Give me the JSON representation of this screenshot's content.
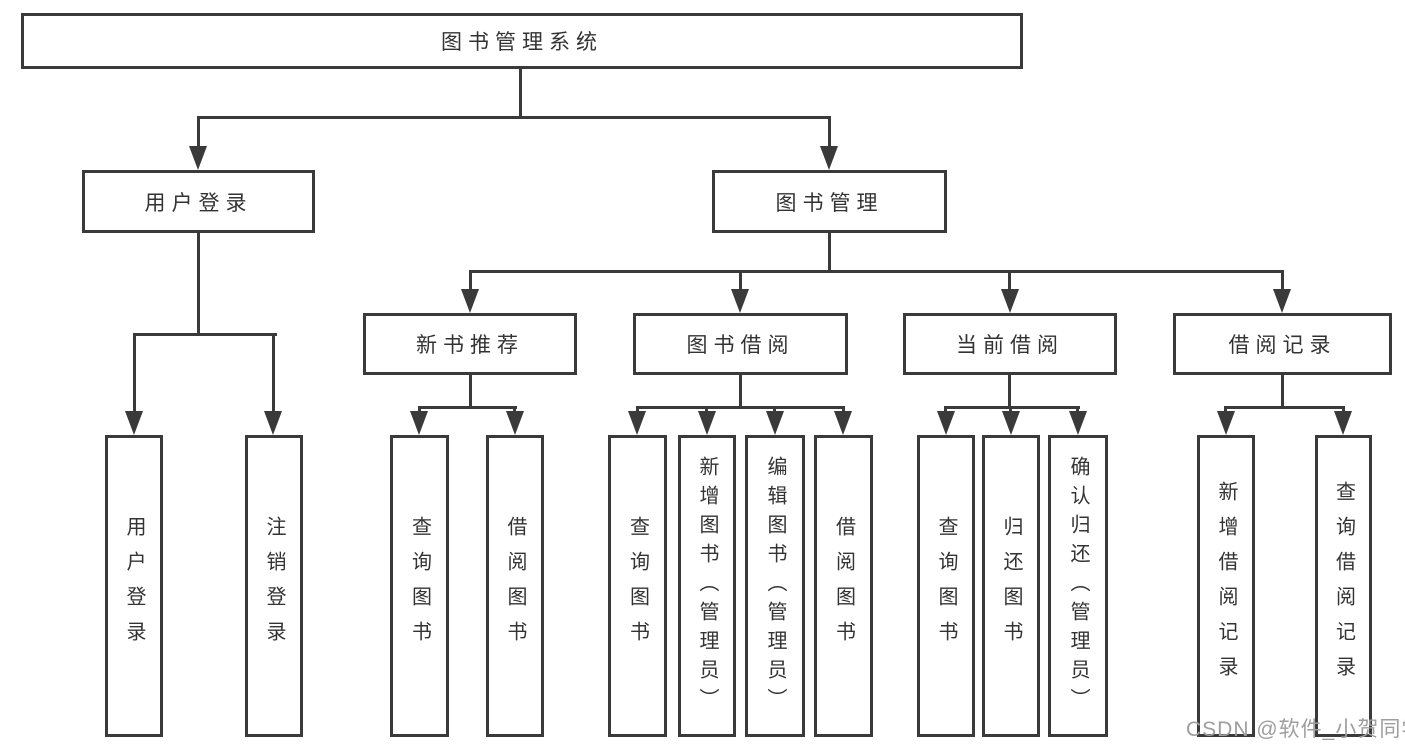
{
  "colors": {
    "line": "#3a3a3a",
    "text": "#333333",
    "watermark": "#9e9e9e",
    "background": "#ffffff"
  },
  "watermark": {
    "text": "CSDN @软件_小贺同学"
  },
  "tree": {
    "root": {
      "label": "图书管理系统"
    },
    "level2": [
      {
        "label": "用户登录",
        "children": [
          {
            "label": "用户登录"
          },
          {
            "label": "注销登录"
          }
        ]
      },
      {
        "label": "图书管理",
        "children": [
          {
            "label": "新书推荐",
            "children": [
              {
                "label": "查询图书"
              },
              {
                "label": "借阅图书"
              }
            ]
          },
          {
            "label": "图书借阅",
            "children": [
              {
                "label": "查询图书"
              },
              {
                "label": "新增图书（管理员）"
              },
              {
                "label": "编辑图书（管理员）"
              },
              {
                "label": "借阅图书"
              }
            ]
          },
          {
            "label": "当前借阅",
            "children": [
              {
                "label": "查询图书"
              },
              {
                "label": "归还图书"
              },
              {
                "label": "确认归还（管理员）"
              }
            ]
          },
          {
            "label": "借阅记录",
            "children": [
              {
                "label": "新增借阅记录"
              },
              {
                "label": "查询借阅记录"
              }
            ]
          }
        ]
      }
    ]
  }
}
